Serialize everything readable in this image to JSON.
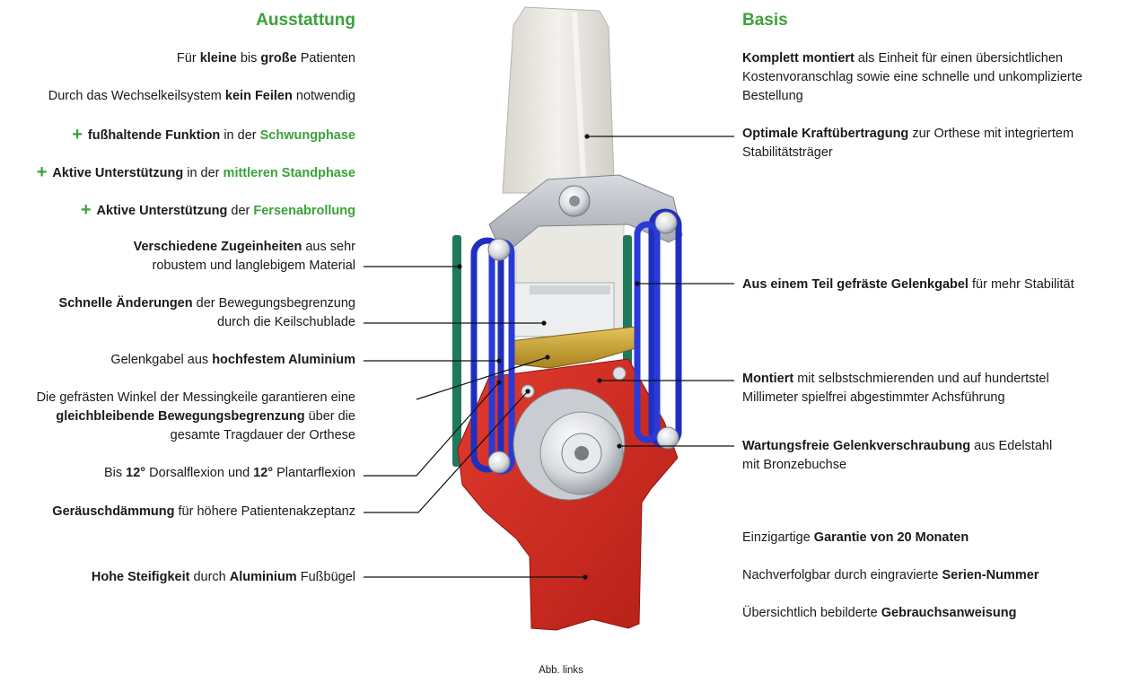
{
  "left": {
    "title": "Ausstattung",
    "items": [
      {
        "parts": [
          {
            "t": "Für "
          },
          {
            "t": "kleine",
            "b": true
          },
          {
            "t": " bis "
          },
          {
            "t": "große",
            "b": true
          },
          {
            "t": " Patienten"
          }
        ]
      },
      {
        "parts": [
          {
            "t": "Durch das Wechselkeilsystem "
          },
          {
            "t": "kein Feilen",
            "b": true
          },
          {
            "t": " notwendig"
          }
        ]
      },
      {
        "plus": true,
        "parts": [
          {
            "t": "fußhaltende Funktion",
            "b": true
          },
          {
            "t": " in der "
          },
          {
            "t": "Schwungphase",
            "b": true,
            "g": true
          }
        ]
      },
      {
        "plus": true,
        "parts": [
          {
            "t": "Aktive Unterstützung",
            "b": true
          },
          {
            "t": " in der "
          },
          {
            "t": "mittleren Standphase",
            "b": true,
            "g": true
          }
        ]
      },
      {
        "plus": true,
        "parts": [
          {
            "t": "Aktive Unterstützung",
            "b": true
          },
          {
            "t": " der "
          },
          {
            "t": "Fersenabrollung",
            "b": true,
            "g": true
          }
        ]
      },
      {
        "parts": [
          {
            "t": "Verschiedene Zugeinheiten",
            "b": true
          },
          {
            "t": " aus sehr"
          },
          {
            "br": true
          },
          {
            "t": "robustem und langlebigem Material"
          }
        ]
      },
      {
        "parts": [
          {
            "t": "Schnelle Änderungen",
            "b": true
          },
          {
            "t": " der Bewegungsbegrenzung"
          },
          {
            "br": true
          },
          {
            "t": "durch die Keilschublade"
          }
        ]
      },
      {
        "parts": [
          {
            "t": "Gelenkgabel aus "
          },
          {
            "t": "hochfestem Aluminium",
            "b": true
          }
        ]
      },
      {
        "parts": [
          {
            "t": "Die gefrästen Winkel der Messingkeile garantieren eine"
          },
          {
            "br": true
          },
          {
            "t": "gleichbleibende Bewegungsbegrenzung",
            "b": true
          },
          {
            "t": " über die"
          },
          {
            "br": true
          },
          {
            "t": "gesamte Tragdauer der Orthese"
          }
        ]
      },
      {
        "parts": [
          {
            "t": "Bis "
          },
          {
            "t": "12°",
            "b": true
          },
          {
            "t": " Dorsalflexion und "
          },
          {
            "t": "12°",
            "b": true
          },
          {
            "t": " Plantarflexion"
          }
        ]
      },
      {
        "parts": [
          {
            "t": "Geräuschdämmung",
            "b": true
          },
          {
            "t": " für höhere Patientenakzeptanz"
          }
        ]
      },
      {
        "parts": [
          {
            "t": "Hohe Steifigkeit",
            "b": true
          },
          {
            "t": " durch "
          },
          {
            "t": "Aluminium",
            "b": true
          },
          {
            "t": " Fußbügel"
          }
        ]
      }
    ]
  },
  "right": {
    "title": "Basis",
    "items": [
      {
        "parts": [
          {
            "t": "Komplett montiert",
            "b": true
          },
          {
            "t": " als Einheit für einen übersichtlichen"
          },
          {
            "br": true
          },
          {
            "t": "Kostenvoranschlag sowie eine schnelle und unkomplizierte"
          },
          {
            "br": true
          },
          {
            "t": "Bestellung"
          }
        ]
      },
      {
        "parts": [
          {
            "t": "Optimale Kraftübertragung",
            "b": true
          },
          {
            "t": " zur Orthese mit integriertem"
          },
          {
            "br": true
          },
          {
            "t": "Stabilitätsträger"
          }
        ]
      },
      {
        "parts": [
          {
            "t": "Aus einem Teil gefräste Gelenkgabel",
            "b": true
          },
          {
            "t": " für mehr Stabilität"
          }
        ]
      },
      {
        "parts": [
          {
            "t": "Montiert",
            "b": true
          },
          {
            "t": " mit selbstschmierenden und auf hundertstel"
          },
          {
            "br": true
          },
          {
            "t": "Millimeter spielfrei abgestimmter Achsführung"
          }
        ]
      },
      {
        "parts": [
          {
            "t": "Wartungsfreie Gelenkverschraubung",
            "b": true
          },
          {
            "t": " aus Edelstahl"
          },
          {
            "br": true
          },
          {
            "t": "mit Bronzebuchse"
          }
        ]
      },
      {
        "parts": [
          {
            "t": "Einzigartige "
          },
          {
            "t": "Garantie von 20 Monaten",
            "b": true
          }
        ]
      },
      {
        "parts": [
          {
            "t": "Nachverfolgbar durch eingravierte "
          },
          {
            "t": "Serien-Nummer",
            "b": true
          }
        ]
      },
      {
        "parts": [
          {
            "t": "Übersichtlich bebilderte "
          },
          {
            "t": "Gebrauchsanweisung",
            "b": true
          }
        ]
      }
    ]
  },
  "caption": "Abb. links",
  "colors": {
    "accent": "#3aa23a",
    "foot_stirrup": "#d42a22",
    "straps": "#1f2fc0",
    "brass_wedge": "#c9a236",
    "aluminium": "#b8bcc2"
  }
}
